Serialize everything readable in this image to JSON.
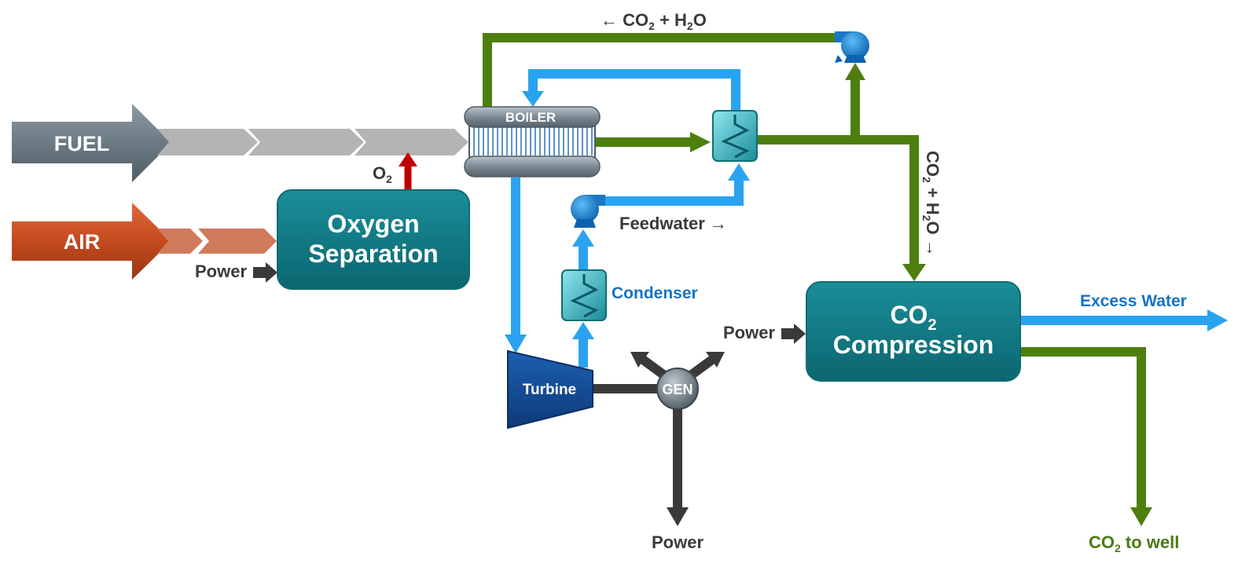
{
  "inputs": {
    "fuel": "FUEL",
    "air": "AIR",
    "power": "Power",
    "o2": "O",
    "o2_sub": "2"
  },
  "oxygen_separation": {
    "line1": "Oxygen",
    "line2": "Separation"
  },
  "boiler": {
    "label": "BOILER"
  },
  "exhaust": {
    "arrow": "←",
    "co2": " CO",
    "sub2": "2",
    "plus_h": " + H",
    "sub2b": "2",
    "o": "O"
  },
  "feedwater": {
    "label": "Feedwater →"
  },
  "condenser": {
    "label": "Condenser"
  },
  "turbine": {
    "label": "Turbine"
  },
  "generator": {
    "label": "GEN"
  },
  "co2_compression": {
    "co": "CO",
    "sub": "2",
    "line2": "Compression",
    "power_in": "Power"
  },
  "vertical_flow": {
    "text": "CO",
    "sub": "2",
    "rest": " + H",
    "sub2": "2",
    "tail": "O →"
  },
  "outputs": {
    "power": "Power",
    "excess_water": "Excess Water",
    "co2_well": "CO",
    "co2_well_sub": "2",
    "co2_well_tail": " to well"
  },
  "colors": {
    "water": "#29a3f0",
    "co2": "#4e7f0e",
    "o2": "#c00000",
    "power": "#3a3a3a",
    "teal": "#137f8a",
    "fuel": "#6a7a85",
    "air": "#c44a1e"
  }
}
